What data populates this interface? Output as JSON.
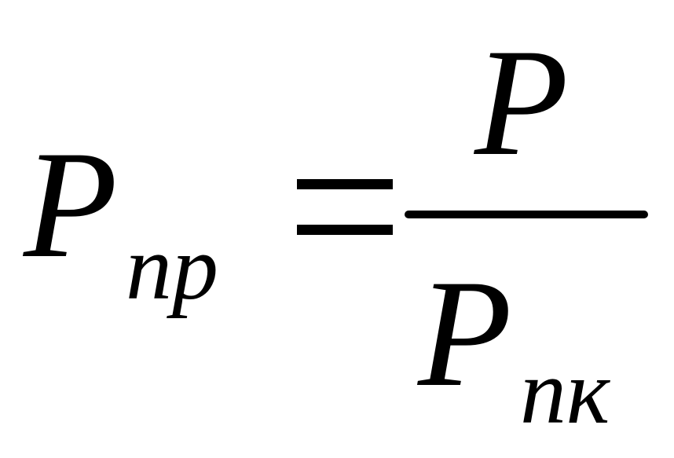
{
  "formula": {
    "lhs": {
      "symbol": "P",
      "subscript": "пр"
    },
    "operator": "=",
    "rhs": {
      "numerator": {
        "symbol": "P"
      },
      "denominator": {
        "symbol": "P",
        "subscript": "пк"
      }
    }
  }
}
